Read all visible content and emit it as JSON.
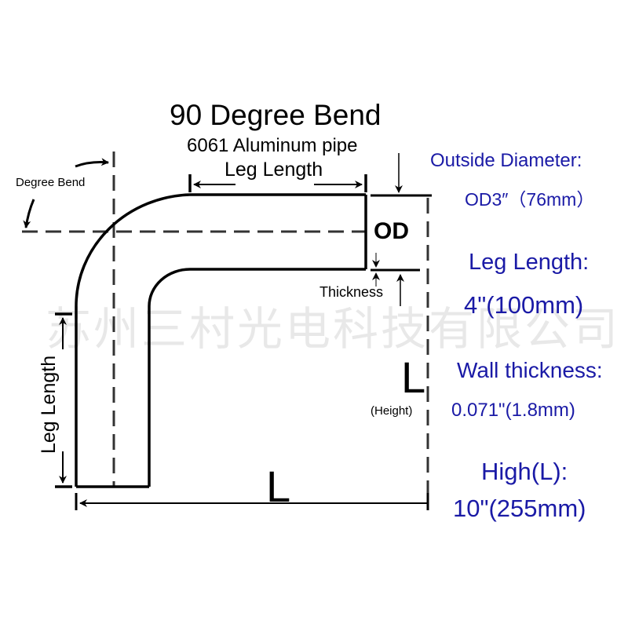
{
  "title": "90 Degree Bend",
  "subtitle": "6061 Aluminum pipe",
  "diagram_labels": {
    "leg_length_top": "Leg Length",
    "leg_length_side": "Leg Length",
    "degree_bend": "Degree Bend",
    "od": "OD",
    "thickness": "Thickness",
    "height_letter": "L",
    "height_caption": "(Height)",
    "bottom_letter": "L"
  },
  "specs": {
    "outside_diameter_label": "Outside Diameter:",
    "outside_diameter_value": "OD3″（76mm）",
    "leg_length_label": "Leg Length:",
    "leg_length_value": "4\"(100mm)",
    "wall_thickness_label": "Wall thickness:",
    "wall_thickness_value": "0.071\"(1.8mm)",
    "high_label": "High(L):",
    "high_value": "10\"(255mm)"
  },
  "watermark": "苏州三村光电科技有限公司",
  "colors": {
    "spec_text": "#1a1aa6",
    "line": "#000000",
    "dash": "#333333"
  }
}
